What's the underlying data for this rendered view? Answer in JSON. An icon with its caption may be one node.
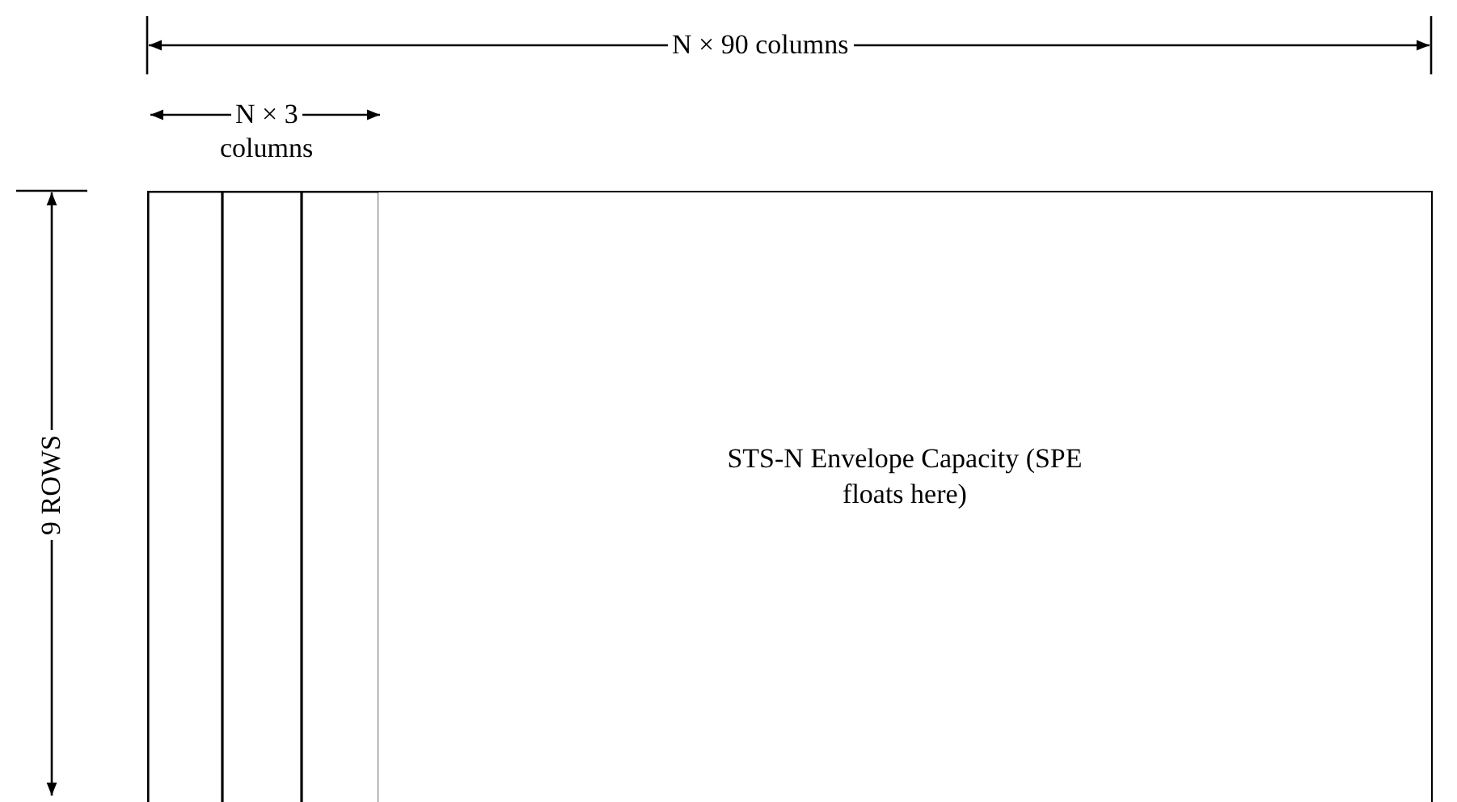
{
  "diagram": {
    "nodes": [
      {
        "text": [],
        "shape": "box"
      },
      {
        "text": [],
        "shape": "box"
      },
      {
        "text": [],
        "shape": "box"
      },
      {
        "text": [
          "STS-N Envelope Capacity (SPE floats here)"
        ]
      }
    ],
    "edges": [],
    "labels": [
      "N × 90 columns",
      "N × 3",
      "columns",
      "9 ROWS"
    ]
  }
}
